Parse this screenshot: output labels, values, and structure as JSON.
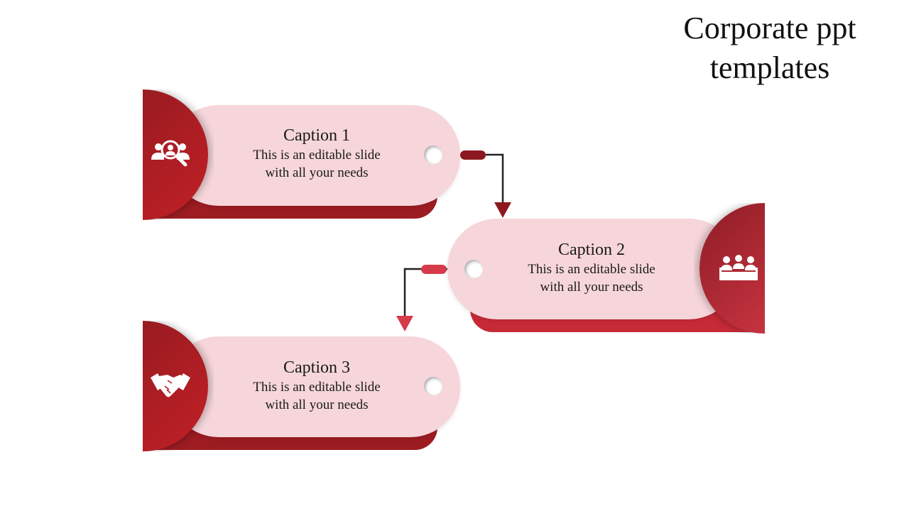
{
  "title": {
    "line1": "Corporate ppt",
    "line2": "templates"
  },
  "colors": {
    "accent_dark": "#9c1c22",
    "accent": "#d73a4a",
    "pill": "#f6d6da"
  },
  "steps": [
    {
      "caption": "Caption 1",
      "line1": "This is an editable slide",
      "line2": "with all your needs",
      "icon": "people-search-icon"
    },
    {
      "caption": "Caption 2",
      "line1": "This is an editable slide",
      "line2": "with all your needs",
      "icon": "team-meeting-icon"
    },
    {
      "caption": "Caption 3",
      "line1": "This is an editable slide",
      "line2": "with all your needs",
      "icon": "handshake-icon"
    }
  ]
}
